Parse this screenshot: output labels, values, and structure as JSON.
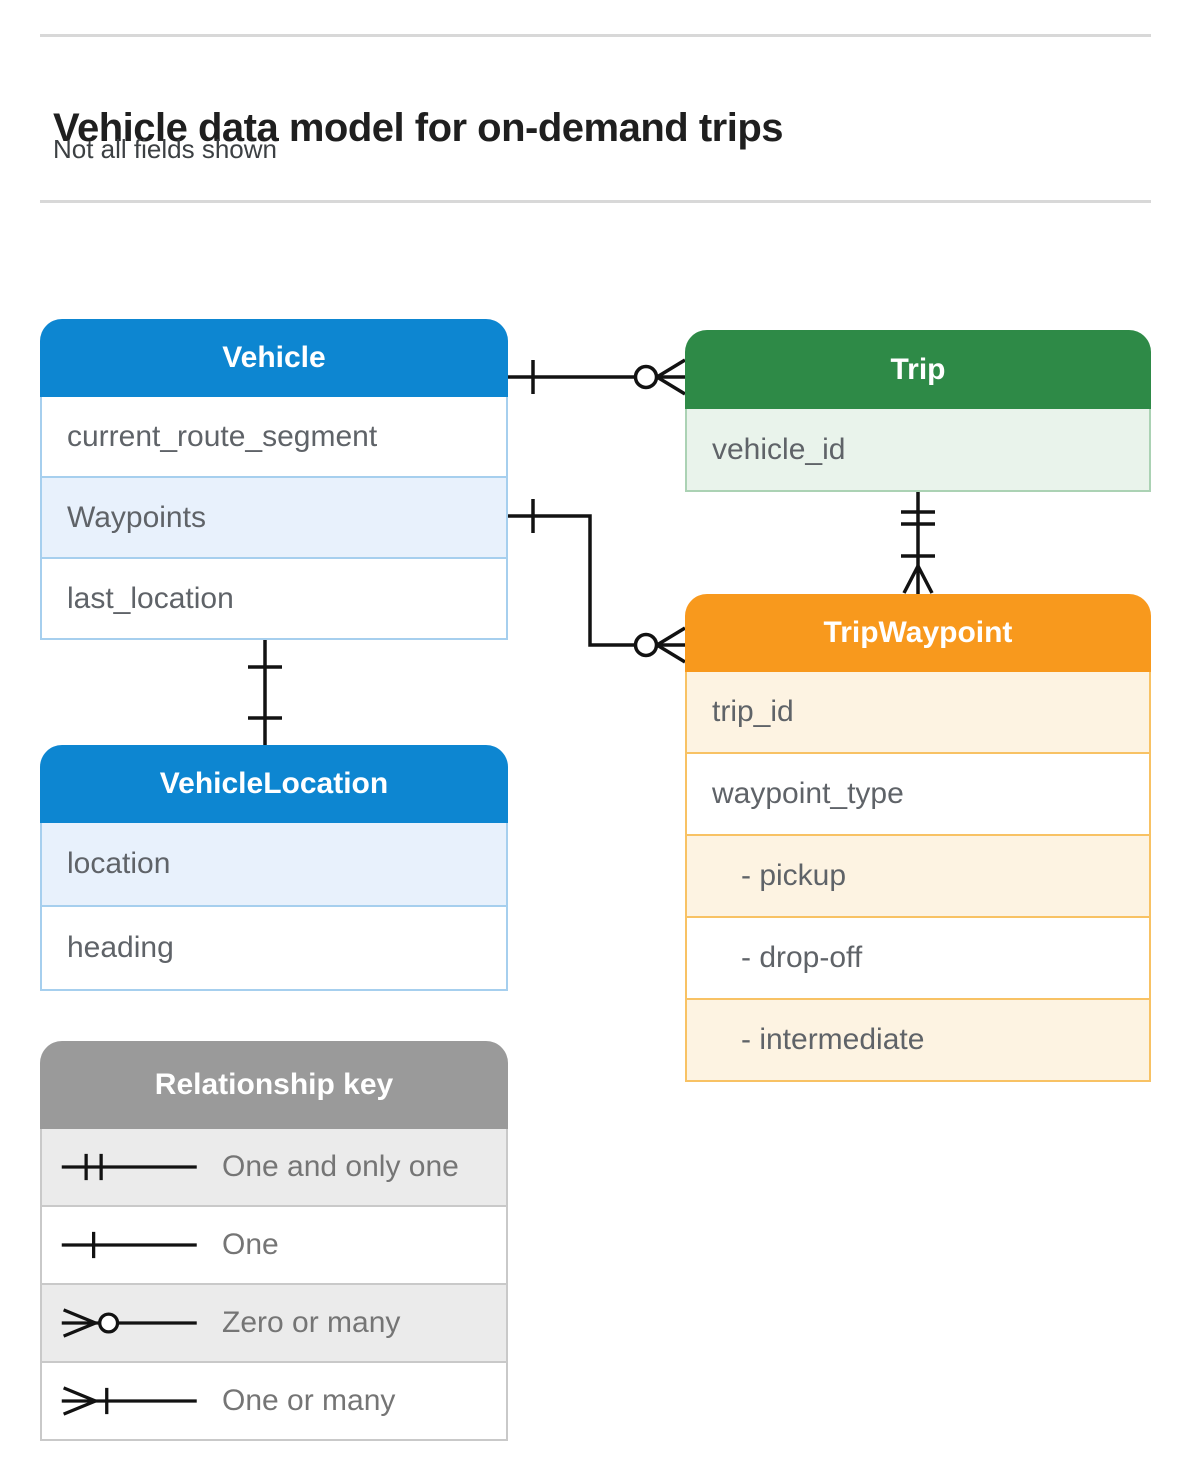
{
  "header": {
    "title": "Vehicle data model for on-demand trips",
    "subtitle": "Not all fields shown"
  },
  "entities": {
    "vehicle": {
      "title": "Vehicle",
      "fields": [
        "current_route_segment",
        "Waypoints",
        "last_location"
      ]
    },
    "trip": {
      "title": "Trip",
      "fields": [
        "vehicle_id"
      ]
    },
    "trip_waypoint": {
      "title": "TripWaypoint",
      "fields": [
        "trip_id",
        "waypoint_type",
        "- pickup",
        "- drop-off",
        "- intermediate"
      ]
    },
    "vehicle_location": {
      "title": "VehicleLocation",
      "fields": [
        "location",
        "heading"
      ]
    }
  },
  "legend": {
    "title": "Relationship key",
    "items": [
      {
        "symbol": "one-and-only-one-icon",
        "label": "One and only one"
      },
      {
        "symbol": "one-icon",
        "label": "One"
      },
      {
        "symbol": "zero-or-many-icon",
        "label": "Zero or many"
      },
      {
        "symbol": "one-or-many-icon",
        "label": "One or many"
      }
    ]
  },
  "relationships": [
    {
      "from": "Vehicle",
      "from_cardinality": "one",
      "to": "Trip",
      "to_cardinality": "zero or many"
    },
    {
      "from": "Vehicle.Waypoints",
      "from_cardinality": "one",
      "to": "TripWaypoint",
      "to_cardinality": "zero or many"
    },
    {
      "from": "Trip",
      "from_cardinality": "one and only one",
      "to": "TripWaypoint",
      "to_cardinality": "one or many"
    },
    {
      "from": "Vehicle",
      "from_cardinality": "one",
      "to": "VehicleLocation",
      "to_cardinality": "one"
    }
  ],
  "colors": {
    "blue_header": "#0d86d1",
    "blue_row": "#e8f1fc",
    "blue_border": "#a6cfee",
    "green_header": "#2e8a47",
    "green_row": "#e9f3eb",
    "green_border": "#abd2b4",
    "orange_header": "#f8991d",
    "orange_row": "#fdf3e2",
    "orange_border": "#f8c264",
    "gray_header": "#9a9a9a",
    "gray_row": "#ebebeb",
    "gray_border": "#c9c9c9",
    "line": "#121212",
    "row_text": "#5f6368",
    "title_text": "#1f1f1f"
  }
}
